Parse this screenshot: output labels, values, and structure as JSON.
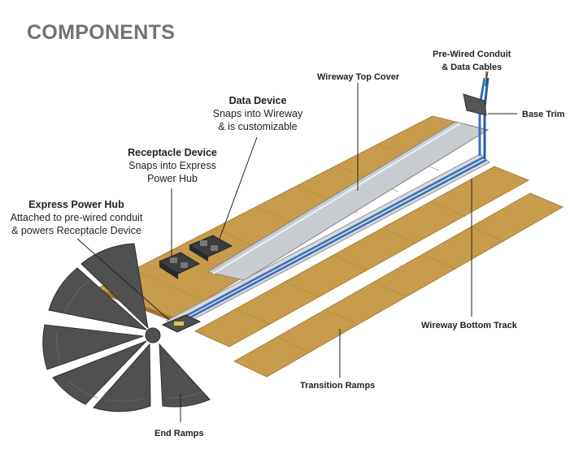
{
  "page": {
    "title": "COMPONENTS"
  },
  "colors": {
    "floor": "#c89c4d",
    "floor_dark": "#b58a3c",
    "rail": "#c9ccd0",
    "ramp": "#505050",
    "conduit": "#3a6fb8"
  },
  "labels": {
    "prewired": {
      "title": "Pre-Wired Conduit",
      "line2": "& Data Cables"
    },
    "wireway_top_cover": {
      "title": "Wireway Top Cover"
    },
    "base_trim": {
      "title": "Base Trim"
    },
    "data_device": {
      "title": "Data Device",
      "line1": "Snaps into Wireway",
      "line2": "& is customizable"
    },
    "receptacle_device": {
      "title": "Receptacle Device",
      "line1": "Snaps into Express",
      "line2": "Power Hub"
    },
    "express_power_hub": {
      "title": "Express Power Hub",
      "line1": "Attached to pre-wired conduit",
      "line2": "& powers Receptacle Device"
    },
    "wireway_bottom_track": {
      "title": "Wireway Bottom Track"
    },
    "transition_ramps": {
      "title": "Transition Ramps"
    },
    "end_ramps": {
      "title": "End Ramps"
    }
  }
}
